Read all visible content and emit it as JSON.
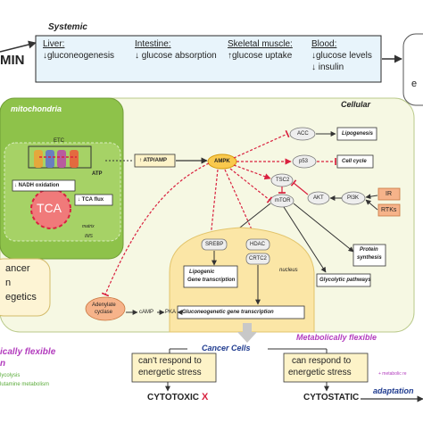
{
  "left_title": "MIN",
  "systemic": {
    "title": "Systemic",
    "groups": [
      {
        "organ": "Liver:",
        "effects": [
          "↓gluconeogenesis"
        ]
      },
      {
        "organ": "Intestine:",
        "effects": [
          "↓ glucose absorption"
        ]
      },
      {
        "organ": "Skeletal muscle:",
        "effects": [
          "↑glucose uptake"
        ]
      },
      {
        "organ": "Blood:",
        "effects": [
          "↓glucose levels",
          "↓ insulin"
        ]
      }
    ],
    "right_fragment": "e"
  },
  "cellular": {
    "title": "Cellular",
    "mito": {
      "title": "mitochondria",
      "etc": "ETC",
      "atp": "ATP",
      "nadh": "↓ NADH oxidation",
      "tca_flux": "↓ TCA flux",
      "tca": "TCA",
      "matrix": "matrix",
      "ims": "IMS"
    },
    "nodes": {
      "atp_amp": "↑ ATP/AMP",
      "ampk": "AMPK",
      "acc": "ACC",
      "p53": "p53",
      "tsc2": "TSC2",
      "mtor": "mTOR",
      "akt": "AKT",
      "pi3k": "PI3K",
      "ir": "IR",
      "rtks": "RTKs",
      "srebp": "SREBP",
      "hdac": "HDAC",
      "crtc2": "CRTC2",
      "adenylate": [
        "Adenylate",
        "cyclase"
      ],
      "camp": "cAMP",
      "pka": "PKA"
    },
    "outcomes": {
      "lipogenesis": "Lipogenesis",
      "cell_cycle": "Cell cycle",
      "protein": [
        "Protein",
        "synthesis"
      ],
      "glycolytic": "Glycolytic pathways",
      "lipogenic": [
        "Lipogenic",
        "Gene transcription"
      ],
      "gluconeogenic": "Gluconeogenetic gene transcription"
    },
    "nucleus": "nucleus",
    "left_box": [
      "ancer",
      "n",
      "egetics"
    ]
  },
  "bottom": {
    "cancer_cells": "Cancer Cells",
    "metab_flexible": "Metabolically flexible",
    "metab_flexible_left": [
      "ically flexible",
      "n"
    ],
    "cant_respond": [
      "can't respond to",
      "energetic stress"
    ],
    "can_respond": [
      "can respond to",
      "energetic stress"
    ],
    "cytotoxic": "CYTOTOXIC",
    "x_mark": "X",
    "cytostatic": "CYTOSTATIC",
    "adaptation": "adaptation",
    "metabolic_fragment": "+ metabolic re",
    "left_small": [
      "lycolysis",
      "lutamine metabolism"
    ]
  },
  "colors": {
    "systemic_box": "#e8f4fb",
    "cellular_bg": "#f6f8e3",
    "mito_bg": "#8ec24a",
    "nucleus_bg": "#fbe6a6",
    "node_fill": "#eeeeee",
    "ir_fill": "#f6b38a",
    "inhibit_red": "#d9213f",
    "arrow_dark": "#333333",
    "magenta": "#b23bbd",
    "blue_dark": "#1f3b8f",
    "green_small": "#5aab3a"
  }
}
